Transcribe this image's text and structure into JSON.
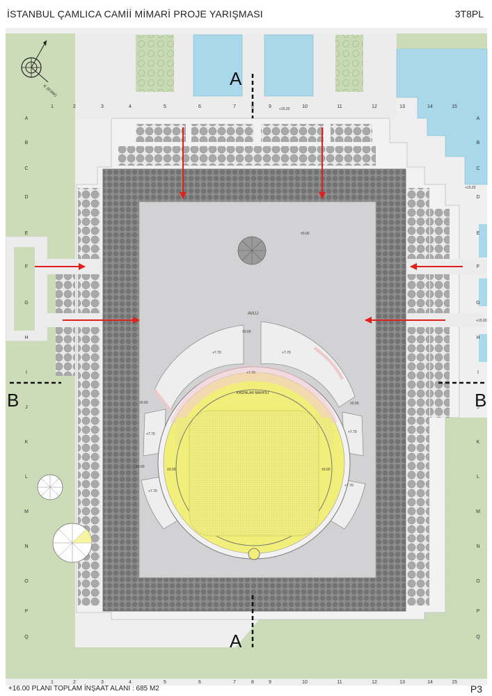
{
  "sheet": {
    "title": "İSTANBUL ÇAMLICA  CAMİİ MİMARİ PROJE YARIŞMASI",
    "code": "3T8PL",
    "footer": "+16.00 PLANI TOPLAM İNŞAAT ALANI : 685 M2",
    "sheet_number": "P3"
  },
  "grid": {
    "columns": [
      "1",
      "2",
      "3",
      "4",
      "5",
      "6",
      "7",
      "8",
      "9",
      "10",
      "11",
      "12",
      "13",
      "14",
      "15"
    ],
    "rows": [
      "A",
      "B",
      "C",
      "D",
      "E",
      "F",
      "G",
      "H",
      "I",
      "J",
      "K",
      "L",
      "M",
      "N",
      "O",
      "P",
      "Q"
    ]
  },
  "sections": {
    "a": "A",
    "b": "B"
  },
  "labels": {
    "courtyard": "AVLU",
    "womens_gallery": "KADINLAR MAHFİLİ",
    "north": "K (Kıble)"
  },
  "levels": {
    "courtyard": "±0.00",
    "top": "+15.20",
    "right_c": "+15.20",
    "right_g": "+15.20",
    "arc_1": "±0.00",
    "arc_2": "+7.70",
    "arc_3": "+7.70",
    "arc_4": "±0.00",
    "arc_5": "+7.70",
    "arc_6": "+7.70",
    "arc_7": "±0.00",
    "arc_8": "±0.00",
    "arc_9": "±0.00",
    "arc_10": "+7.70",
    "arc_11": "+7.70",
    "gallery": "+7.70"
  },
  "colors": {
    "grass": "#cddcb8",
    "water": "#a8d8ea",
    "plaza": "#d2d2d4",
    "colonnade": "#8c8c8c",
    "women_gallery": "#f1ef7a",
    "arrows": "#e0201a"
  }
}
